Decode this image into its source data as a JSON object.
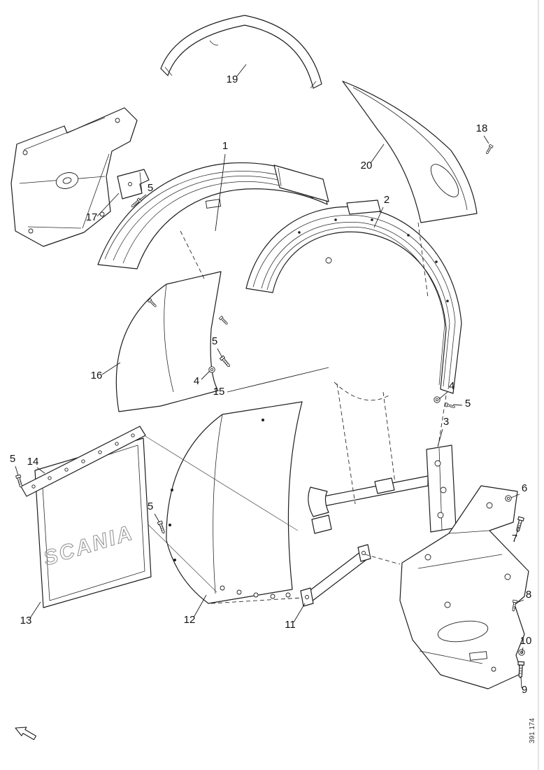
{
  "figure": {
    "number": "391 174",
    "brand_watermark": "SCANIA"
  },
  "callouts": {
    "n1": "1",
    "n2": "2",
    "n3": "3",
    "n4": "4",
    "n5": "5",
    "n6": "6",
    "n7": "7",
    "n8": "8",
    "n9": "9",
    "n10": "10",
    "n11": "11",
    "n12": "12",
    "n13": "13",
    "n14": "14",
    "n15": "15",
    "n16": "16",
    "n17": "17",
    "n18": "18",
    "n19": "19",
    "n20": "20"
  }
}
